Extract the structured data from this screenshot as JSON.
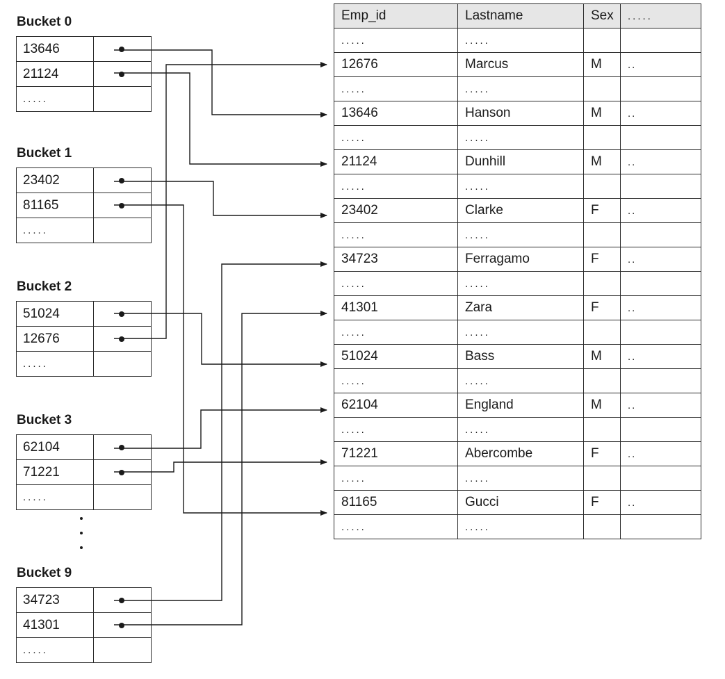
{
  "buckets": [
    {
      "title": "Bucket 0",
      "keys": [
        "13646",
        "21124"
      ],
      "filler": "....."
    },
    {
      "title": "Bucket 1",
      "keys": [
        "23402",
        "81165"
      ],
      "filler": "....."
    },
    {
      "title": "Bucket 2",
      "keys": [
        "51024",
        "12676"
      ],
      "filler": "....."
    },
    {
      "title": "Bucket 3",
      "keys": [
        "62104",
        "71221"
      ],
      "filler": "....."
    },
    {
      "title": "Bucket 9",
      "keys": [
        "34723",
        "41301"
      ],
      "filler": "....."
    }
  ],
  "table": {
    "headers": [
      "Emp_id",
      "Lastname",
      "Sex",
      "....."
    ],
    "filler": ".....",
    "row_ellipsis": "..",
    "records": [
      {
        "emp_id": "12676",
        "lastname": "Marcus",
        "sex": "M"
      },
      {
        "emp_id": "13646",
        "lastname": "Hanson",
        "sex": "M"
      },
      {
        "emp_id": "21124",
        "lastname": "Dunhill",
        "sex": "M"
      },
      {
        "emp_id": "23402",
        "lastname": "Clarke",
        "sex": "F"
      },
      {
        "emp_id": "34723",
        "lastname": "Ferragamo",
        "sex": "F"
      },
      {
        "emp_id": "41301",
        "lastname": "Zara",
        "sex": "F"
      },
      {
        "emp_id": "51024",
        "lastname": "Bass",
        "sex": "M"
      },
      {
        "emp_id": "62104",
        "lastname": "England",
        "sex": "M"
      },
      {
        "emp_id": "71221",
        "lastname": "Abercombe",
        "sex": "F"
      },
      {
        "emp_id": "81165",
        "lastname": "Gucci",
        "sex": "F"
      }
    ]
  }
}
